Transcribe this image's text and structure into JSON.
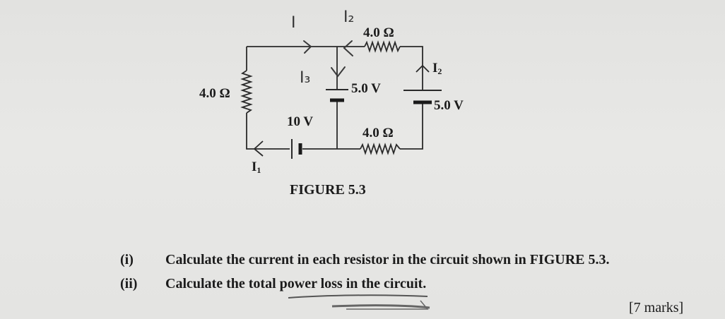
{
  "figure": {
    "caption": "FIGURE 5.3",
    "labels": {
      "r_left": "4.0 Ω",
      "r_top": "4.0 Ω",
      "r_bottom": "4.0 Ω",
      "v_middle": "5.0 V",
      "v_right": "5.0 V",
      "v_bottom": "10 V",
      "i1": "I",
      "i1_sub": "1",
      "i2": "I",
      "i2_sub": "2"
    },
    "handwritten": {
      "i_top_left": "I",
      "i_top_right": "I₂",
      "i_middle": "I₃"
    }
  },
  "questions": [
    {
      "number": "(i)",
      "text": "Calculate the current in each resistor in the circuit shown in ",
      "bold": "FIGURE 5.3",
      "end": "."
    },
    {
      "number": "(ii)",
      "text": "Calculate the total power loss in the circuit.",
      "bold": "",
      "end": ""
    }
  ],
  "marks": "[7 marks]"
}
